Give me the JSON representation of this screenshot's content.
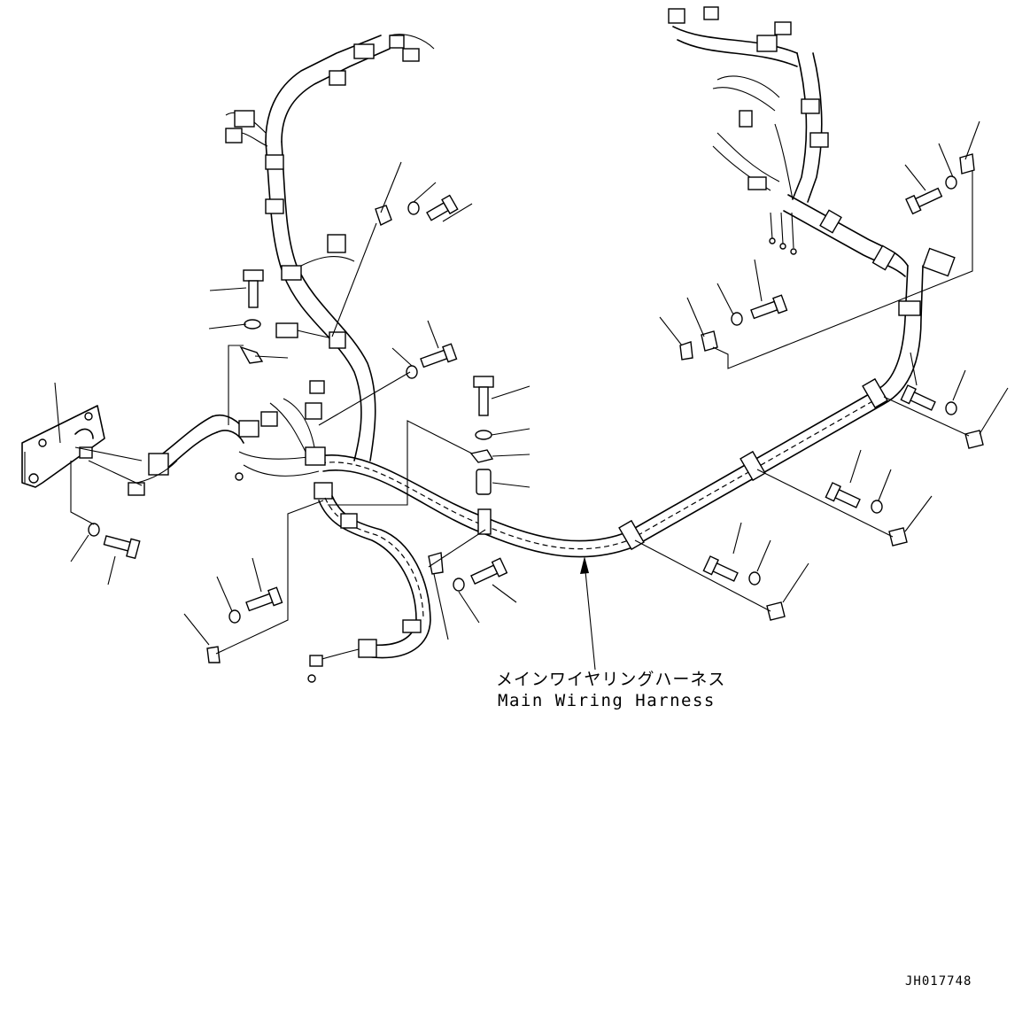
{
  "callout": {
    "japanese": "メインワイヤリングハーネス",
    "english": "Main Wiring Harness"
  },
  "drawing_number": "JH017748"
}
